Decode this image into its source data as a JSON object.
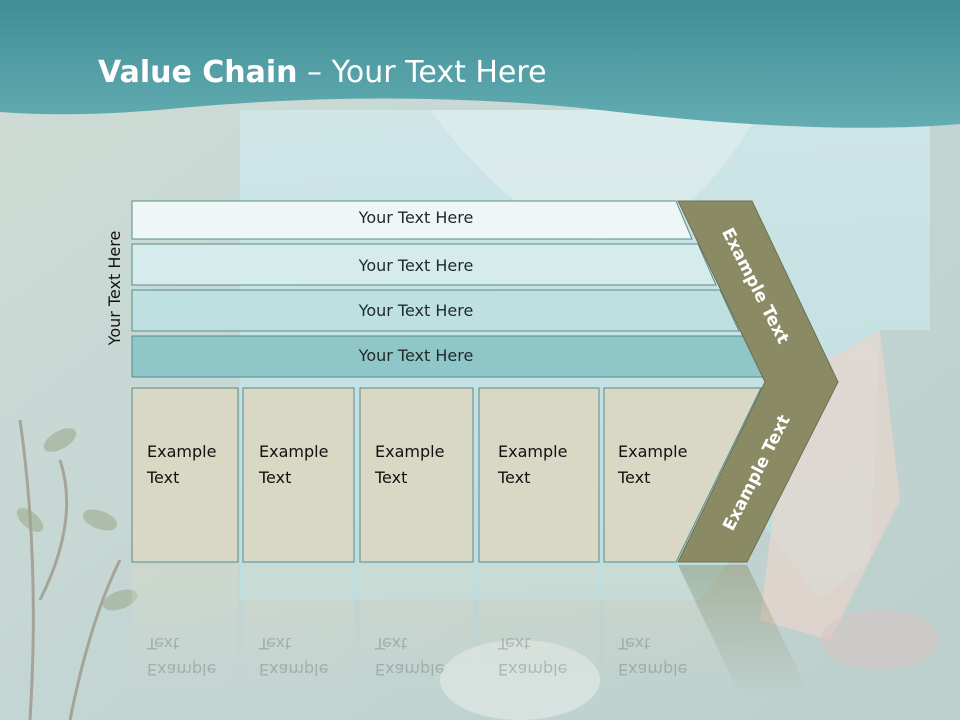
{
  "slide": {
    "title_bold": "Value Chain",
    "title_rest": " – Your Text Here",
    "side_label": "Your Text Here"
  },
  "bars": [
    {
      "label": "Your Text Here",
      "color": "#eef6f6"
    },
    {
      "label": "Your Text Here",
      "color": "#d6ecec"
    },
    {
      "label": "Your Text Here",
      "color": "#bfe0e0"
    },
    {
      "label": "Your Text Here",
      "color": "#8fc6c8"
    }
  ],
  "boxes": [
    {
      "line1": "Example",
      "line2": "Text"
    },
    {
      "line1": "Example",
      "line2": "Text"
    },
    {
      "line1": "Example",
      "line2": "Text"
    },
    {
      "line1": "Example",
      "line2": "Text"
    },
    {
      "line1": "Example",
      "line2": "Text"
    }
  ],
  "chevron": {
    "upper_text": "Example Text",
    "lower_text": "Example Text",
    "color": "#8a8b64"
  },
  "colors": {
    "header_teal": "#4f9ea4",
    "box_fill": "#d9d8c4",
    "outline": "#5a8a8c"
  }
}
